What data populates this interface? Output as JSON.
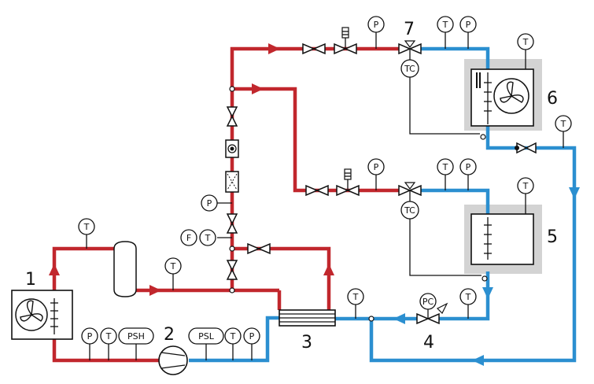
{
  "colors": {
    "hot_pipe": "#c1272d",
    "cold_pipe": "#2b8fd0",
    "evaporator_shade": "#d3d3d3"
  },
  "components": {
    "condenser": "1",
    "compressor": "2",
    "heat_exchanger": "3",
    "expansion_valve": "4",
    "evaporator_5": "5",
    "evaporator_6": "6",
    "expansion_valve_top": "7"
  },
  "instruments": {
    "t": "T",
    "p": "P",
    "f": "F",
    "tc": "TC",
    "pc": "PC",
    "psh": "PSH",
    "psl": "PSL"
  }
}
